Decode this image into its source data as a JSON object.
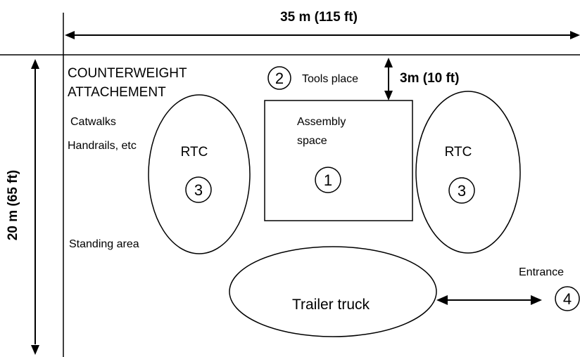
{
  "dimensions": {
    "width": "35 m (115 ft)",
    "height": "20 m (65 ft)",
    "clearance": "3m (10 ft)"
  },
  "areas": {
    "counterweight_line1": "COUNTERWEIGHT",
    "counterweight_line2": "ATTACHEMENT",
    "catwalks": "Catwalks",
    "handrails": "Handrails, etc",
    "standing": "Standing area",
    "tools": "Tools place",
    "assembly_line1": "Assembly",
    "assembly_line2": "space",
    "rtc_left": "RTC",
    "rtc_right": "RTC",
    "trailer": "Trailer truck",
    "entrance": "Entrance"
  },
  "markers": {
    "assembly": "1",
    "tools": "2",
    "rtc_left": "3",
    "rtc_right": "3",
    "entrance": "4"
  }
}
